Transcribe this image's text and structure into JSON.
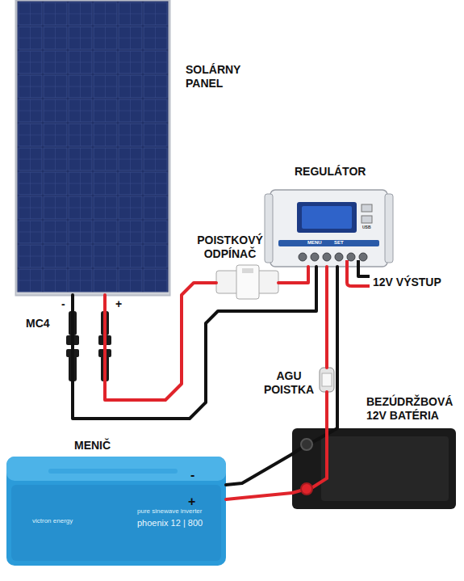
{
  "diagram": {
    "nodes": [
      {
        "text": [
          "SOLÁRNY PANEL"
        ]
      },
      {
        "text": [
          "REGULÁTOR"
        ]
      },
      {
        "text": [
          "POISTKOVÝ ODPÍNAČ"
        ]
      },
      {
        "text": [
          "AGU POISTKA"
        ]
      },
      {
        "text": [
          "BEZÚDRŽBOVÁ 12V BATÉRIA"
        ]
      },
      {
        "text": [
          "MENIČ"
        ]
      }
    ],
    "edges": [
      {
        "from": 0,
        "to": 2,
        "arrow": "none"
      },
      {
        "from": 2,
        "to": 1,
        "arrow": "none"
      },
      {
        "from": 0,
        "to": 1,
        "arrow": "none"
      },
      {
        "from": 1,
        "to": 3,
        "arrow": "none"
      },
      {
        "from": 3,
        "to": 4,
        "arrow": "none"
      },
      {
        "from": 1,
        "to": 4,
        "arrow": "none"
      },
      {
        "from": 4,
        "to": 5,
        "arrow": "none"
      },
      {
        "from": 4,
        "to": 5,
        "arrow": "none"
      }
    ],
    "labels": [
      "MC4",
      "-",
      "+",
      "-",
      "+",
      "12V VÝSTUP",
      "MENU",
      "SET",
      "USB",
      "victron energy",
      "pure sinewave inverter",
      "phoenix 12 | 800"
    ]
  }
}
